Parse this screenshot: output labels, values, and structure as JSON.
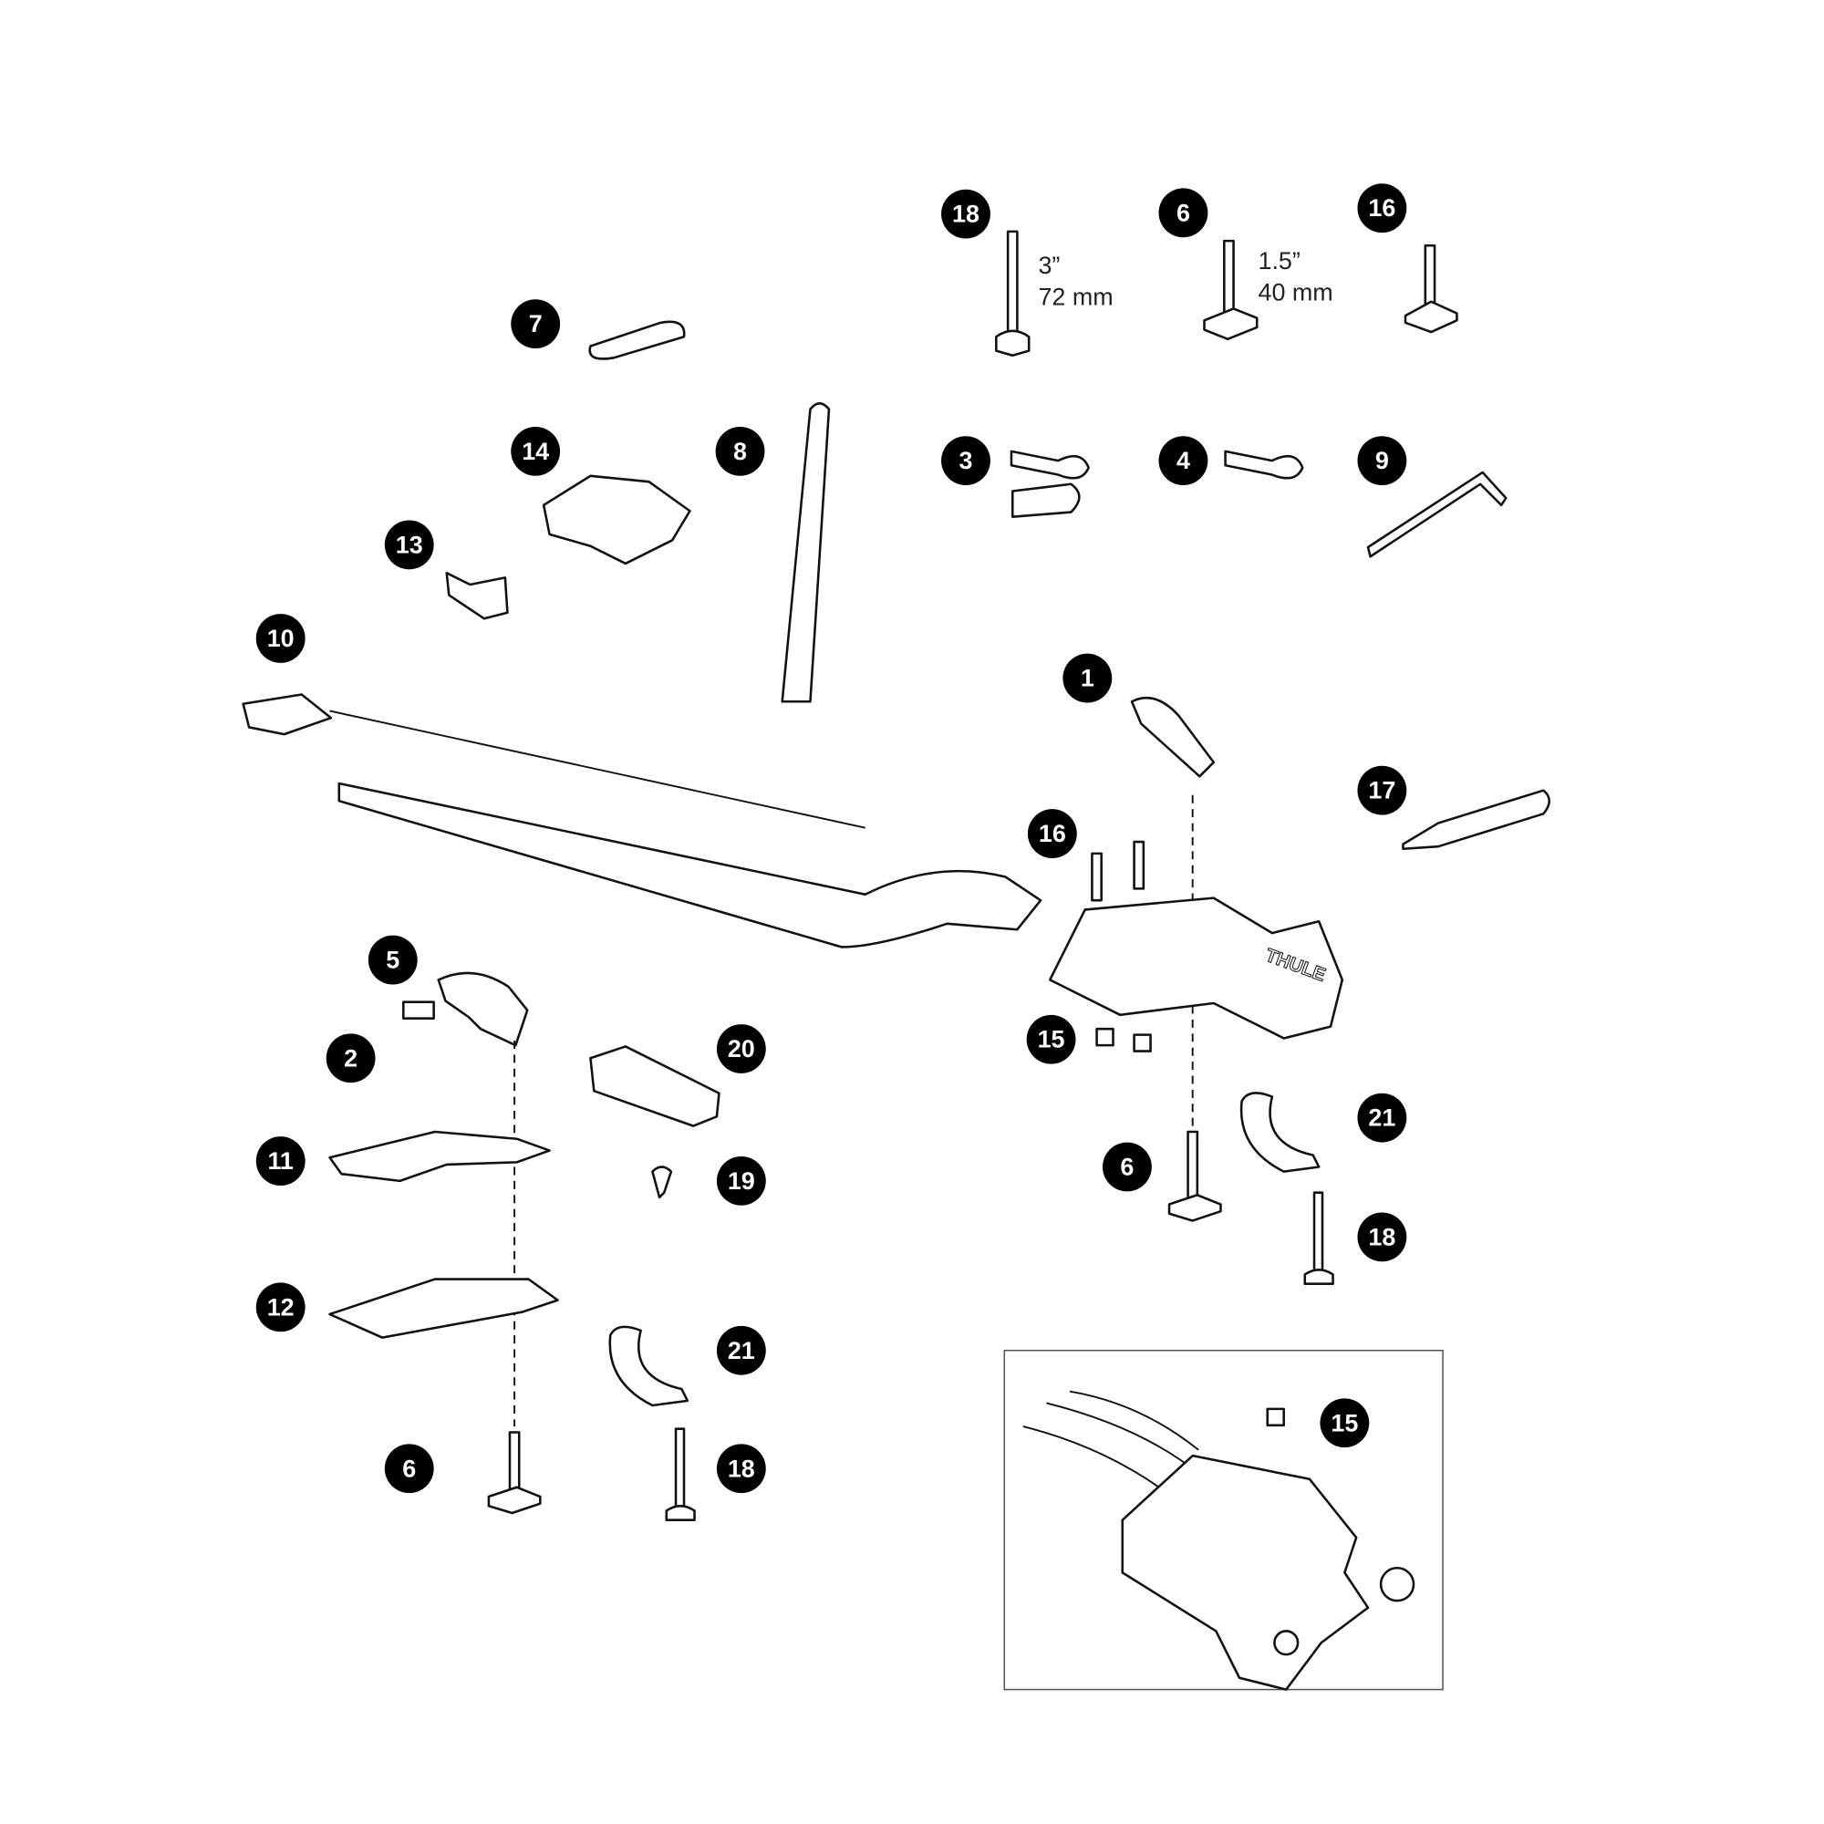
{
  "callouts": [
    "18",
    "6",
    "16",
    "7",
    "14",
    "8",
    "3",
    "4",
    "9",
    "13",
    "10",
    "1",
    "17",
    "16",
    "5",
    "2",
    "20",
    "15",
    "11",
    "19",
    "21",
    "6",
    "18",
    "12",
    "21",
    "6",
    "18",
    "15"
  ],
  "dimensions": {
    "bolt_18_in": "3”",
    "bolt_18_mm": "72 mm",
    "bolt_6_in": "1.5”",
    "bolt_6_mm": "40 mm"
  },
  "brand_logo": "THULE",
  "colors": {
    "callout_fill": "#000000",
    "callout_text": "#ffffff",
    "line": "#111111"
  }
}
